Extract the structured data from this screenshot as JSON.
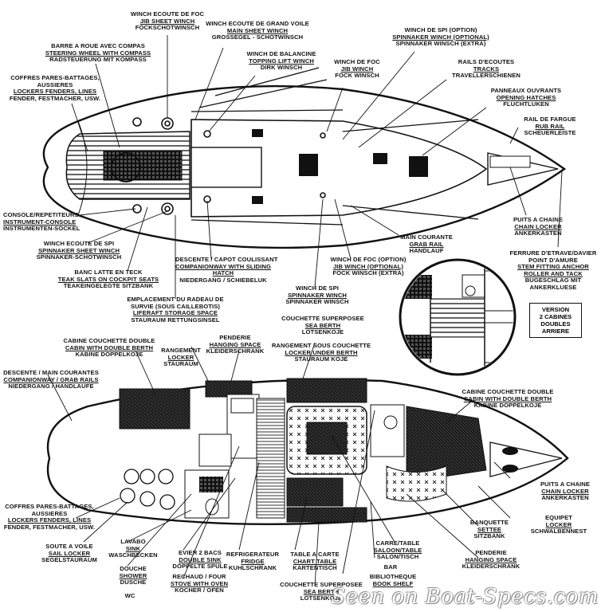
{
  "deck_labels": [
    {
      "id": "winch-ecoute-foc",
      "lines": [
        "WINCH ECOUTE DE FOC",
        "JIB SHEET WINCH",
        "FOCKSCHOTWINSCH"
      ]
    },
    {
      "id": "winch-grand-voile",
      "lines": [
        "WINCH ECOUTE DE GRAND VOILE",
        "MAIN SHEET WINCH",
        "GROSSEGEL - SCHOTWINSCH"
      ]
    },
    {
      "id": "winch-spi-option",
      "lines": [
        "WINCH DE SPI (OPTION)",
        "SPINNAKER WINCH (OPTIONAL)",
        "SPINNAKER WINSCH (EXTRA)"
      ]
    },
    {
      "id": "barre-a-roue",
      "lines": [
        "BARRE A ROUE AVEC COMPAS",
        "STEERING WHEEL WITH COMPASS",
        "RADSTEUERUNG MIT KOMPASS"
      ]
    },
    {
      "id": "winch-balancine",
      "lines": [
        "WINCH DE BALANCINE",
        "TOPPING LIFT WINCH",
        "DIRK WINSCH"
      ]
    },
    {
      "id": "winch-foc",
      "lines": [
        "WINCH DE FOC",
        "JIB WINCH",
        "FOCK WINSCH"
      ]
    },
    {
      "id": "rails-ecoutes",
      "lines": [
        "RAILS D'ECOUTES",
        "TRACKS",
        "TRAVELLERSCHIENEN"
      ]
    },
    {
      "id": "coffres-deck",
      "lines": [
        "COFFRES PARES-BATTAGES,",
        "AUSSIERES",
        "LOCKERS FENDERS, LINES",
        "FENDER, FESTMACHER, USW."
      ]
    },
    {
      "id": "panneaux",
      "lines": [
        "PANNEAUX OUVRANTS",
        "OPENING HATCHES",
        "FLUCHTLUKEN"
      ]
    },
    {
      "id": "rail-fargue",
      "lines": [
        "RAIL DE FARGUE",
        "RUB RAIL",
        "SCHEUERLEISTE"
      ]
    },
    {
      "id": "console",
      "lines": [
        "CONSOLE/REPETITEURS",
        "INSTRUMENT-CONSOLE",
        "INSTRUMENTEN-SOCKEL"
      ]
    },
    {
      "id": "puits-chaine-deck",
      "lines": [
        "PUITS A CHAINE",
        "CHAIN LOCKER",
        "ANKERKASTEN"
      ]
    },
    {
      "id": "winch-ecoute-spi",
      "lines": [
        "WINCH ECOUTE DE SPI",
        "SPINNAKER SHEET WINCH",
        "SPINNAKER-SCHOTWINSCH"
      ]
    },
    {
      "id": "main-courante",
      "lines": [
        "MAIN COURANTE",
        "GRAB RAIL",
        "HANDLAUF"
      ]
    },
    {
      "id": "ferrure-etrave",
      "lines": [
        "FERRURE D'ETRAVE/DAVIER",
        "POINT D'AMURE",
        "STEM FITTING ANCHOR",
        "ROLLER AND TACK",
        "BUGESCHLAG MIT",
        "ANKERKLUESE"
      ]
    },
    {
      "id": "banc-latte",
      "lines": [
        "BANC LATTE EN TECK",
        "TEAK SLATS ON COCKPIT SEATS",
        "TEAKEINGELEGTE SITZBANK"
      ]
    },
    {
      "id": "descente-capot",
      "lines": [
        "DESCENTE / CAPOT COULISSANT",
        "COMPANIONWAY WITH SLIDING",
        "HATCH",
        "NIEDERGANG / SCHIEBELUK"
      ]
    },
    {
      "id": "winch-foc-option",
      "lines": [
        "WINCH DE FOC (OPTION)",
        "JIB WINCH (OPTIONAL)",
        "FOCK WINSCH (EXTRA)"
      ]
    },
    {
      "id": "winch-spi",
      "lines": [
        "WINCH DE SPI",
        "SPINNAKER WINCH",
        "SPINNAKER WINSCH"
      ]
    },
    {
      "id": "emplacement-radeau",
      "lines": [
        "EMPLACEMENT DU RADEAU DE",
        "SURVIE (SOUS CAILLEBOTIS)",
        "LIFERAFT STORAGE SPACE",
        "STAURAUM RETTUNGSINSEL"
      ]
    }
  ],
  "version_box": [
    "VERSION",
    "2 CABINES",
    "DOUBLES",
    "ARRIERE"
  ],
  "interior_labels": [
    {
      "id": "couchette-superposee-top",
      "lines": [
        "COUCHETTE SUPERPOSEE",
        "SEA BERTH",
        "LOTSENKOJE"
      ]
    },
    {
      "id": "cabine-double-aft",
      "lines": [
        "CABINE COUCHETTE DOUBLE",
        "CABIN WITH DOUBLE BERTH",
        "KABINE DOPPELKOJE"
      ]
    },
    {
      "id": "penderie-top",
      "lines": [
        "PENDERIE",
        "HANGING SPACE",
        "KLEIDERSCHRANK"
      ]
    },
    {
      "id": "rangement-sous-couchette",
      "lines": [
        "RANGEMENT SOUS COUCHETTE",
        "LOCKER UNDER BERTH",
        "STAURAUM KOJE"
      ]
    },
    {
      "id": "rangement",
      "lines": [
        "RANGEMENT",
        "LOCKER",
        "STAURAUM"
      ]
    },
    {
      "id": "descente-main-courantes",
      "lines": [
        "DESCENTE / MAIN COURANTES",
        "COMPANIONWAY / GRAB RAILS",
        "NIEDERGANG / HANDLAUFE"
      ]
    },
    {
      "id": "cabine-double-fwd",
      "lines": [
        "CABINE COUCHETTE DOUBLE",
        "CABIN WITH DOUBLE BERTH",
        "KABINE DOPPELKOJE"
      ]
    },
    {
      "id": "coffres-interior",
      "lines": [
        "COFFRES PARES-BATTAGES,",
        "AUSSIERES",
        "LOCKERS FENDERS, LINES",
        "FENDER, FESTMACHER, USW."
      ]
    },
    {
      "id": "puits-chaine-int",
      "lines": [
        "PUITS A CHAINE",
        "CHAIN LOCKER",
        "ANKERKASTEN"
      ]
    },
    {
      "id": "equipet",
      "lines": [
        "EQUIPET",
        "LOCKER",
        "SCHWALBENNEST"
      ]
    },
    {
      "id": "soute-voile",
      "lines": [
        "SOUTE A VOILE",
        "SAIL LOCKER",
        "SEGELSTAURAUM"
      ]
    },
    {
      "id": "banquette",
      "lines": [
        "BANQUETTE",
        "SETTEE",
        "SITZBANK"
      ]
    },
    {
      "id": "lavabo",
      "lines": [
        "LAVABO",
        "SINK",
        "WASCHBECKEN"
      ]
    },
    {
      "id": "evier",
      "lines": [
        "EVIER 2 BACS",
        "DOUBLE SINK",
        "DOPPELTE SPULE"
      ]
    },
    {
      "id": "refrigerateur",
      "lines": [
        "REFRIGERATEUR",
        "FRIDGE",
        "KUHLSCHRANK"
      ]
    },
    {
      "id": "table-carte",
      "lines": [
        "TABLE A CARTE",
        "CHART TABLE",
        "KARTENTISCH"
      ]
    },
    {
      "id": "carre-table",
      "lines": [
        "CARRE/TABLE",
        "SALOON/TABLE",
        "SALON/TISCH"
      ]
    },
    {
      "id": "penderie-bottom",
      "lines": [
        "PENDERIE",
        "HANGING SPACE",
        "KLEIDERSCHRANK"
      ]
    },
    {
      "id": "douche",
      "lines": [
        "DOUCHE",
        "SHOWER",
        "DUSCHE"
      ]
    },
    {
      "id": "rechaud",
      "lines": [
        "RECHAUD / FOUR",
        "STOVE WITH OVEN",
        "KOCHER / OFEN"
      ]
    },
    {
      "id": "couchette-superposee-bottom",
      "lines": [
        "COUCHETTE SUPERPOSEE",
        "SEA BERTH",
        "LOTSENKOJE"
      ]
    },
    {
      "id": "bar",
      "lines": [
        "BAR"
      ]
    },
    {
      "id": "bibliotheque",
      "lines": [
        "BIBLIOTHEQUE",
        "BOOK SHELF"
      ]
    },
    {
      "id": "wc",
      "lines": [
        "WC"
      ]
    }
  ],
  "watermark": "Seen on Boat-Specs.com"
}
